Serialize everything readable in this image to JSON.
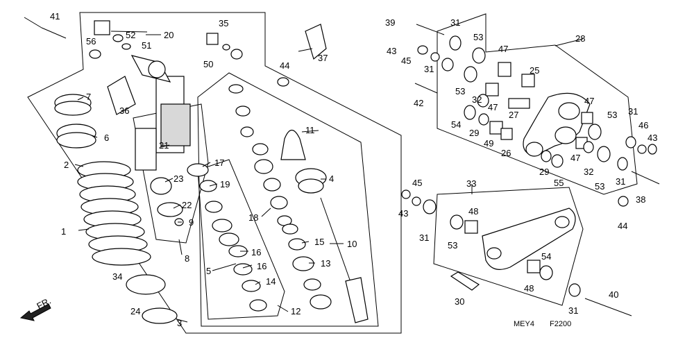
{
  "caption": {
    "code": "MEY4",
    "figure": "F2200",
    "direction": "FR."
  },
  "callouts": [
    "1",
    "2",
    "3",
    "4",
    "5",
    "6",
    "7",
    "8",
    "9",
    "10",
    "11",
    "12",
    "13",
    "14",
    "15",
    "16",
    "16",
    "17",
    "18",
    "19",
    "20",
    "21",
    "22",
    "23",
    "24",
    "25",
    "26",
    "27",
    "28",
    "29",
    "29",
    "30",
    "31",
    "31",
    "31",
    "31",
    "31",
    "31",
    "32",
    "32",
    "33",
    "34",
    "35",
    "36",
    "37",
    "38",
    "39",
    "40",
    "41",
    "42",
    "43",
    "43",
    "43",
    "44",
    "44",
    "45",
    "45",
    "46",
    "47",
    "47",
    "47",
    "47",
    "48",
    "48",
    "49",
    "50",
    "51",
    "52",
    "53",
    "53",
    "53",
    "53",
    "53",
    "54",
    "54",
    "55",
    "56"
  ],
  "icons": [
    "arrow-fr-icon"
  ]
}
